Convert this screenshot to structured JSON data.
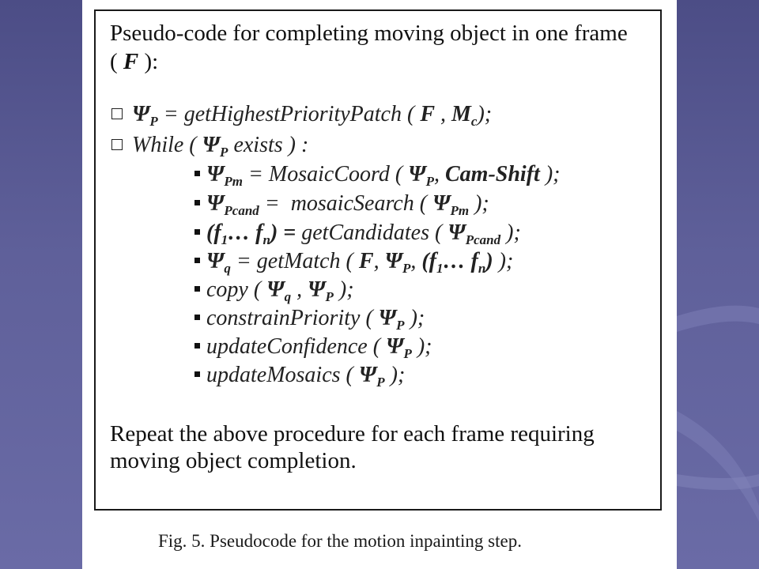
{
  "pseudocode": {
    "title_prefix": "Pseudo-code for completing moving object in one frame (",
    "title_var": "F",
    "title_suffix": "):",
    "lines": [
      "Ψ_P = getHighestPriorityPatch ( F , M_c);",
      "While ( Ψ_P exists ) :",
      "Ψ_Pm = MosaicCoord ( Ψ_P, Cam-Shift );",
      "Ψ_Pcand = mosaicSearch ( Ψ_Pm );",
      "(f1… fn) = getCandidates ( Ψ_Pcand );",
      "Ψ_q = getMatch ( F, Ψ_P, (f1… fn) );",
      "copy ( Ψ_q , Ψ_P );",
      "constrainPriority ( Ψ_P );",
      "updateConfidence ( Ψ_P );",
      "updateMosaics ( Ψ_P );"
    ],
    "footer": "Repeat the above procedure for each frame requiring moving object completion."
  },
  "caption": "Fig. 5.   Pseudocode for the motion inpainting step."
}
